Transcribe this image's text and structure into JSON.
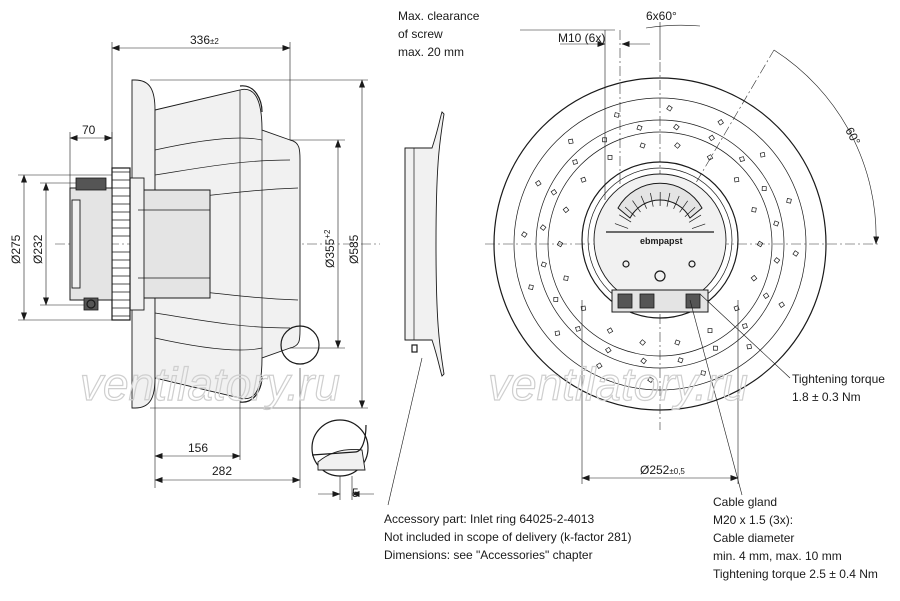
{
  "dimensions": {
    "width_336": "336",
    "width_336_tol": "±2",
    "d_70": "70",
    "d_275": "Ø275",
    "d_232": "Ø232",
    "d_355": "Ø355",
    "d_355_tol": "+2",
    "d_585": "Ø585",
    "d_156": "156",
    "d_282": "282",
    "d_5": "5",
    "d_252": "Ø252",
    "d_252_tol": "±0,5",
    "angle_6x60": "6x60°",
    "angle_60": "60°",
    "thread": "M10 (6x)"
  },
  "notes": {
    "clearance": [
      "Max. clearance",
      "of screw",
      "max. 20 mm"
    ],
    "torque_top": [
      "Tightening torque",
      "1.8 ± 0.3 Nm"
    ],
    "cable_gland": [
      "Cable gland",
      "M20 x 1.5 (3x):",
      "Cable diameter",
      "min. 4 mm, max. 10 mm",
      "Tightening torque 2.5 ± 0.4 Nm"
    ],
    "accessory": [
      "Accessory part: Inlet ring 64025-2-4013",
      "Not included in scope of delivery (k-factor 281)",
      "Dimensions: see \"Accessories\" chapter"
    ]
  },
  "brand": "ebmpapst",
  "watermark": "ventilatory.ru"
}
